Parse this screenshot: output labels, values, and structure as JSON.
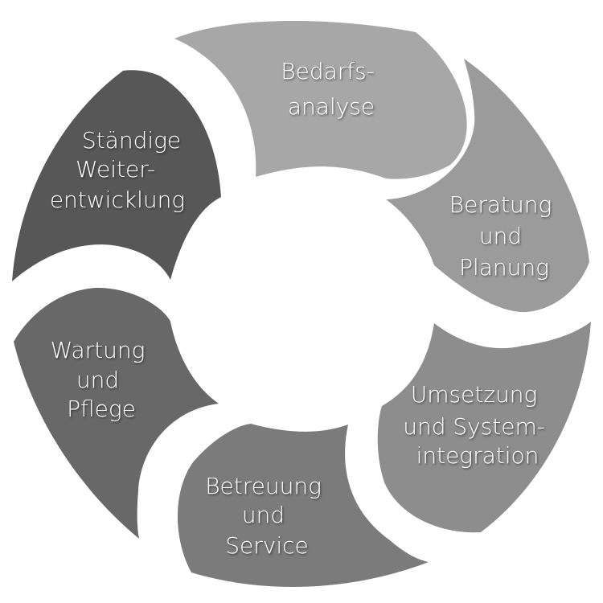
{
  "diagram": {
    "type": "cycle",
    "segments": [
      {
        "id": "bedarfsanalyse",
        "lines": [
          "Bedarfs-",
          "analyse"
        ],
        "color": "#a7a7a7"
      },
      {
        "id": "beratung",
        "lines": [
          "Beratung",
          "und",
          "Planung"
        ],
        "color": "#9b9b9b"
      },
      {
        "id": "umsetzung",
        "lines": [
          "Umsetzung",
          "und System-",
          "integration"
        ],
        "color": "#8d8d8d"
      },
      {
        "id": "betreuung",
        "lines": [
          "Betreuung",
          "und",
          "Service"
        ],
        "color": "#7b7b7b"
      },
      {
        "id": "wartung",
        "lines": [
          "Wartung",
          "und",
          "Pflege"
        ],
        "color": "#686868"
      },
      {
        "id": "weiterentwicklung",
        "lines": [
          "Ständige",
          "Weiter-",
          "entwicklung"
        ],
        "color": "#575757"
      }
    ]
  }
}
